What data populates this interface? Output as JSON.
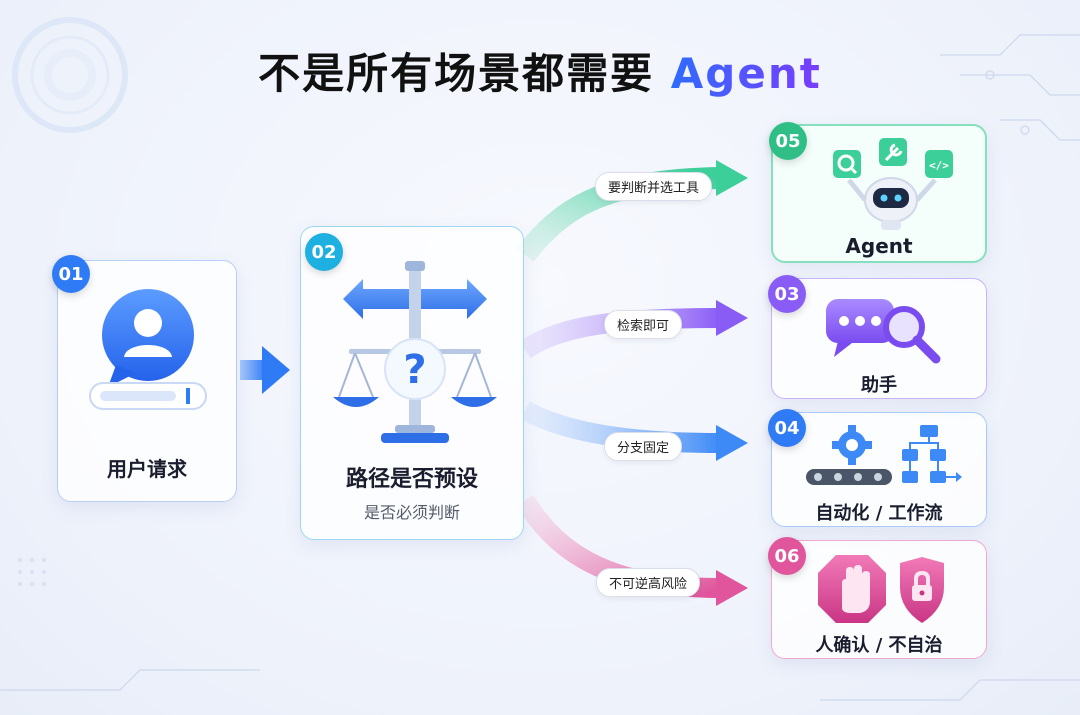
{
  "title": {
    "main": "不是所有场景都需要",
    "accent": "Agent"
  },
  "colors": {
    "blue": "#2f7bf6",
    "green": "#3ccf9a",
    "purple": "#8a5cf6",
    "pink": "#e0559c",
    "accent_start": "#2f6bff",
    "accent_end": "#7a3cff"
  },
  "nodes": {
    "request": {
      "badge": "01",
      "label": "用户请求"
    },
    "decision": {
      "badge": "02",
      "label": "路径是否预设",
      "sub": "是否必须判断"
    },
    "agent": {
      "badge": "05",
      "label": "Agent"
    },
    "assistant": {
      "badge": "03",
      "label": "助手"
    },
    "workflow": {
      "badge": "04",
      "label": "自动化 / 工作流"
    },
    "human": {
      "badge": "06",
      "label": "人确认 / 不自治"
    }
  },
  "branches": {
    "agent": "要判断并选工具",
    "assistant": "检索即可",
    "workflow": "分支固定",
    "human": "不可逆高风险"
  },
  "icons": {
    "request": "user-chat-icon",
    "decision": "signpost-scale-icon",
    "agent": "robot-tools-icon",
    "assistant": "chat-search-icon",
    "workflow": "gear-conveyor-flowchart-icon",
    "human": "stop-hand-shield-lock-icon"
  }
}
